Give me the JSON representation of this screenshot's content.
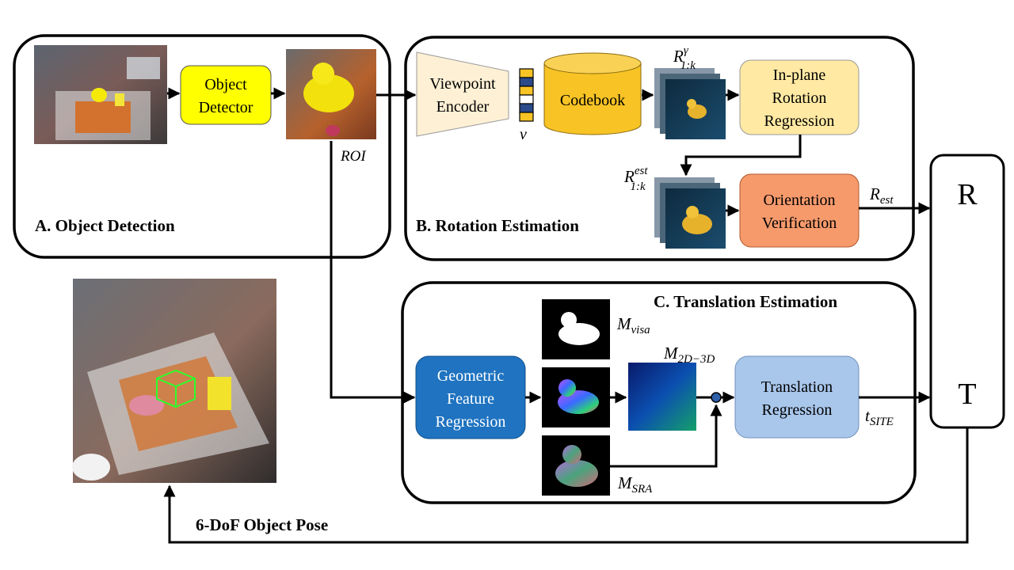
{
  "panels": {
    "detection": {
      "title": "A. Object Detection"
    },
    "rotation": {
      "title": "B. Rotation Estimation"
    },
    "translation": {
      "title": "C. Translation Estimation"
    }
  },
  "blocks": {
    "object_detector": {
      "line1": "Object",
      "line2": "Detector",
      "color": "#ffff00"
    },
    "viewpoint_encoder": {
      "line1": "Viewpoint",
      "line2": "Encoder",
      "color": "#fdf0d5"
    },
    "codebook": {
      "label": "Codebook",
      "color": "#f7c325"
    },
    "inplane_regression": {
      "line1": "In-plane",
      "line2": "Rotation",
      "line3": "Regression",
      "color": "#ffe9a3"
    },
    "orientation_verification": {
      "line1": "Orientation",
      "line2": "Verification",
      "color": "#f69a6c"
    },
    "geometric_regression": {
      "line1": "Geometric",
      "line2": "Feature",
      "line3": "Regression",
      "color": "#1f73c0"
    },
    "translation_regression": {
      "line1": "Translation",
      "line2": "Regression",
      "color": "#a9c6eb"
    }
  },
  "labels": {
    "roi": "ROI",
    "v": "v",
    "r_gamma_base": "R",
    "r_gamma_sup": "γ",
    "r_gamma_sub": "1:k",
    "r_est_base": "R",
    "r_est_sup": "est",
    "r_est_sub": "1:k",
    "rest_base": "R",
    "rest_sub": "est",
    "m_visa_base": "M",
    "m_visa_sub": "visa",
    "m_2d3d_base": "M",
    "m_2d3d_sub": "2D−3D",
    "m_sra_base": "M",
    "m_sra_sub": "SRA",
    "t_site_base": "t",
    "t_site_sub": "SITE",
    "r_out": "R",
    "t_out": "T",
    "pose": "6-DoF Object Pose"
  }
}
